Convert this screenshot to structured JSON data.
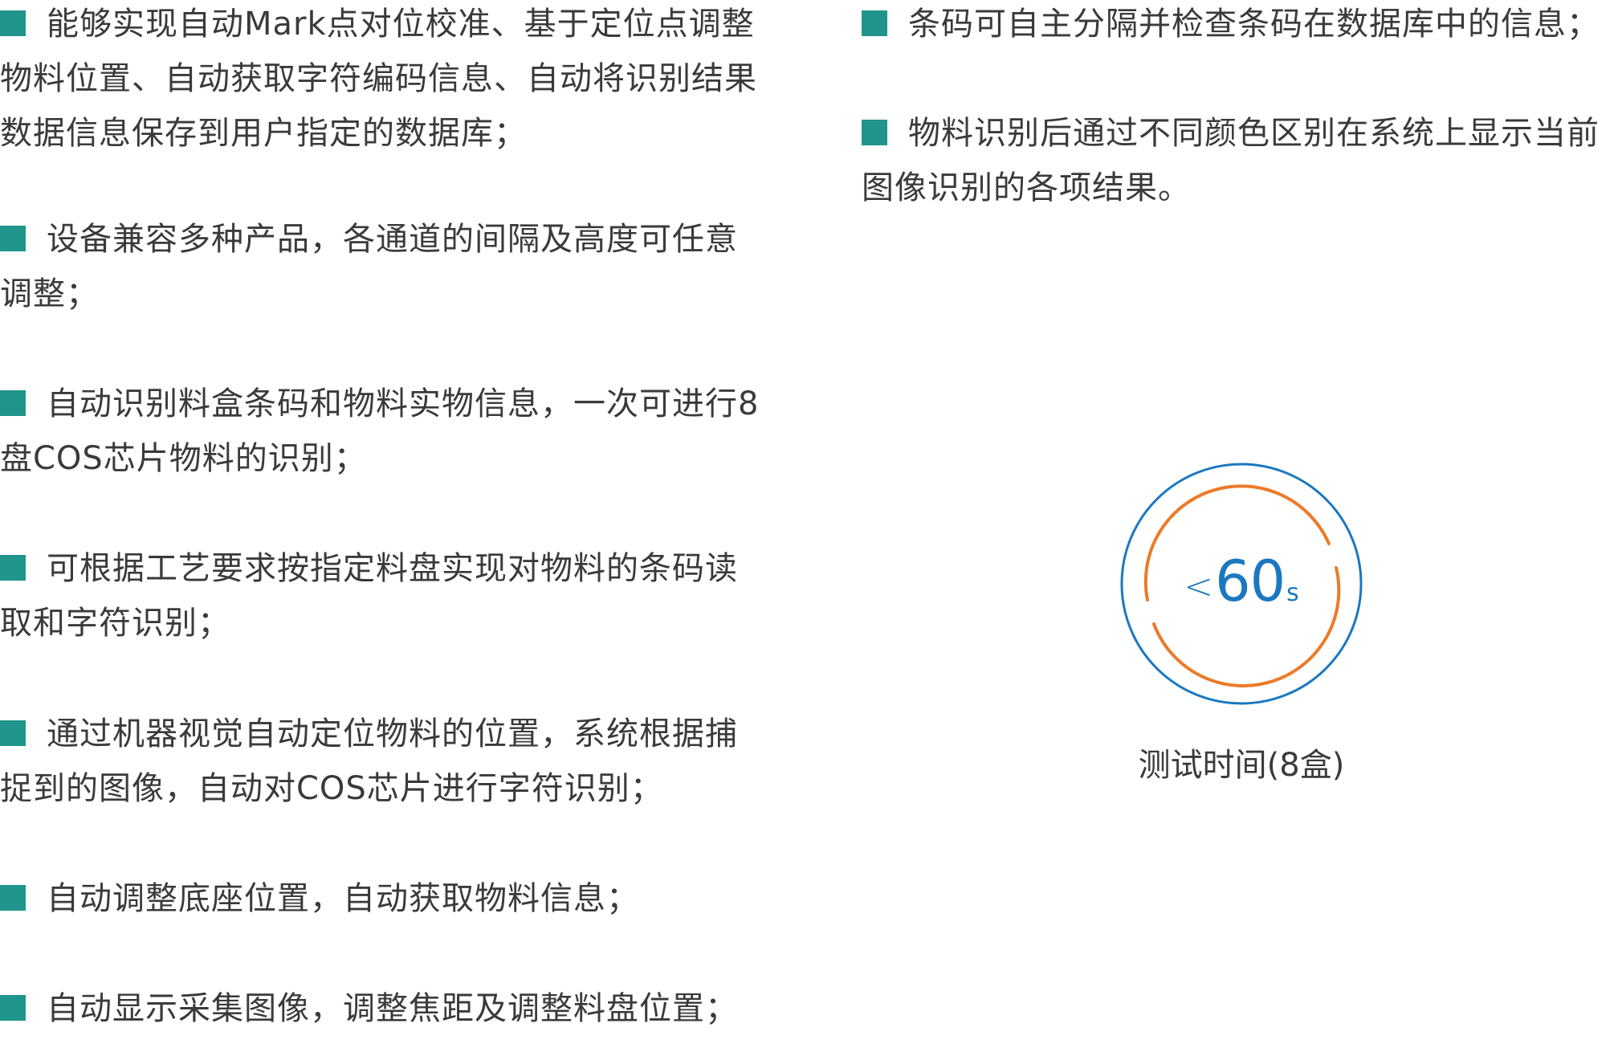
{
  "colors": {
    "bullet": "#1f958c",
    "text": "#3a3a3a",
    "ring_outer": "#1b78c0",
    "ring_inner": "#ec7a29",
    "timer_text": "#1b78c0"
  },
  "left_items": [
    "能够实现自动Mark点对位校准、基于定位点调整物料位置、自动获取字符编码信息、自动将识别结果数据信息保存到用户指定的数据库；",
    "设备兼容多种产品，各通道的间隔及高度可任意调整；",
    "自动识别料盒条码和物料实物信息，一次可进行8盘COS芯片物料的识别；",
    "可根据工艺要求按指定料盘实现对物料的条码读取和字符识别；",
    "通过机器视觉自动定位物料的位置，系统根据捕捉到的图像，自动对COS芯片进行字符识别；",
    "自动调整底座位置，自动获取物料信息；",
    "自动显示采集图像，调整焦距及调整料盘位置；"
  ],
  "right_items": [
    "条码可自主分隔并检查条码在数据库中的信息；",
    "物料识别后通过不同颜色区别在系统上显示当前图像识别的各项结果。"
  ],
  "timer": {
    "prefix": "<",
    "value": "60",
    "unit": "s",
    "caption": "测试时间(8盒)"
  }
}
